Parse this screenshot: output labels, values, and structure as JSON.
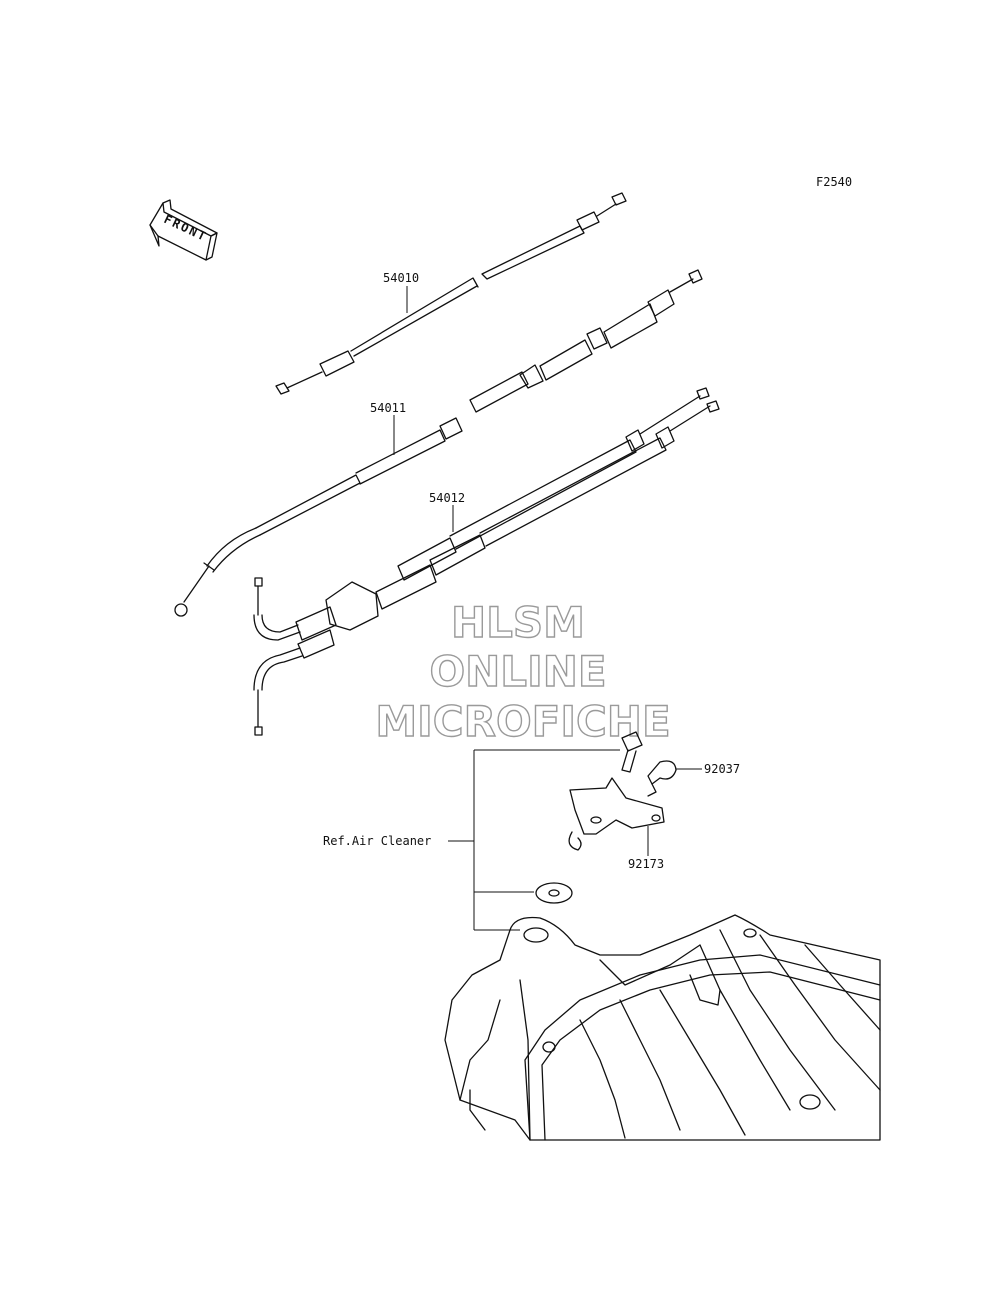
{
  "figure_code": "F2540",
  "front_label": "FRONT",
  "parts": [
    {
      "number": "54010"
    },
    {
      "number": "54011"
    },
    {
      "number": "54012"
    },
    {
      "number": "92037"
    },
    {
      "number": "92173"
    }
  ],
  "reference_label": "Ref.Air Cleaner",
  "watermark": {
    "line1": "HLSM",
    "line2": "ONLINE",
    "line3": "MICROFICHE"
  }
}
